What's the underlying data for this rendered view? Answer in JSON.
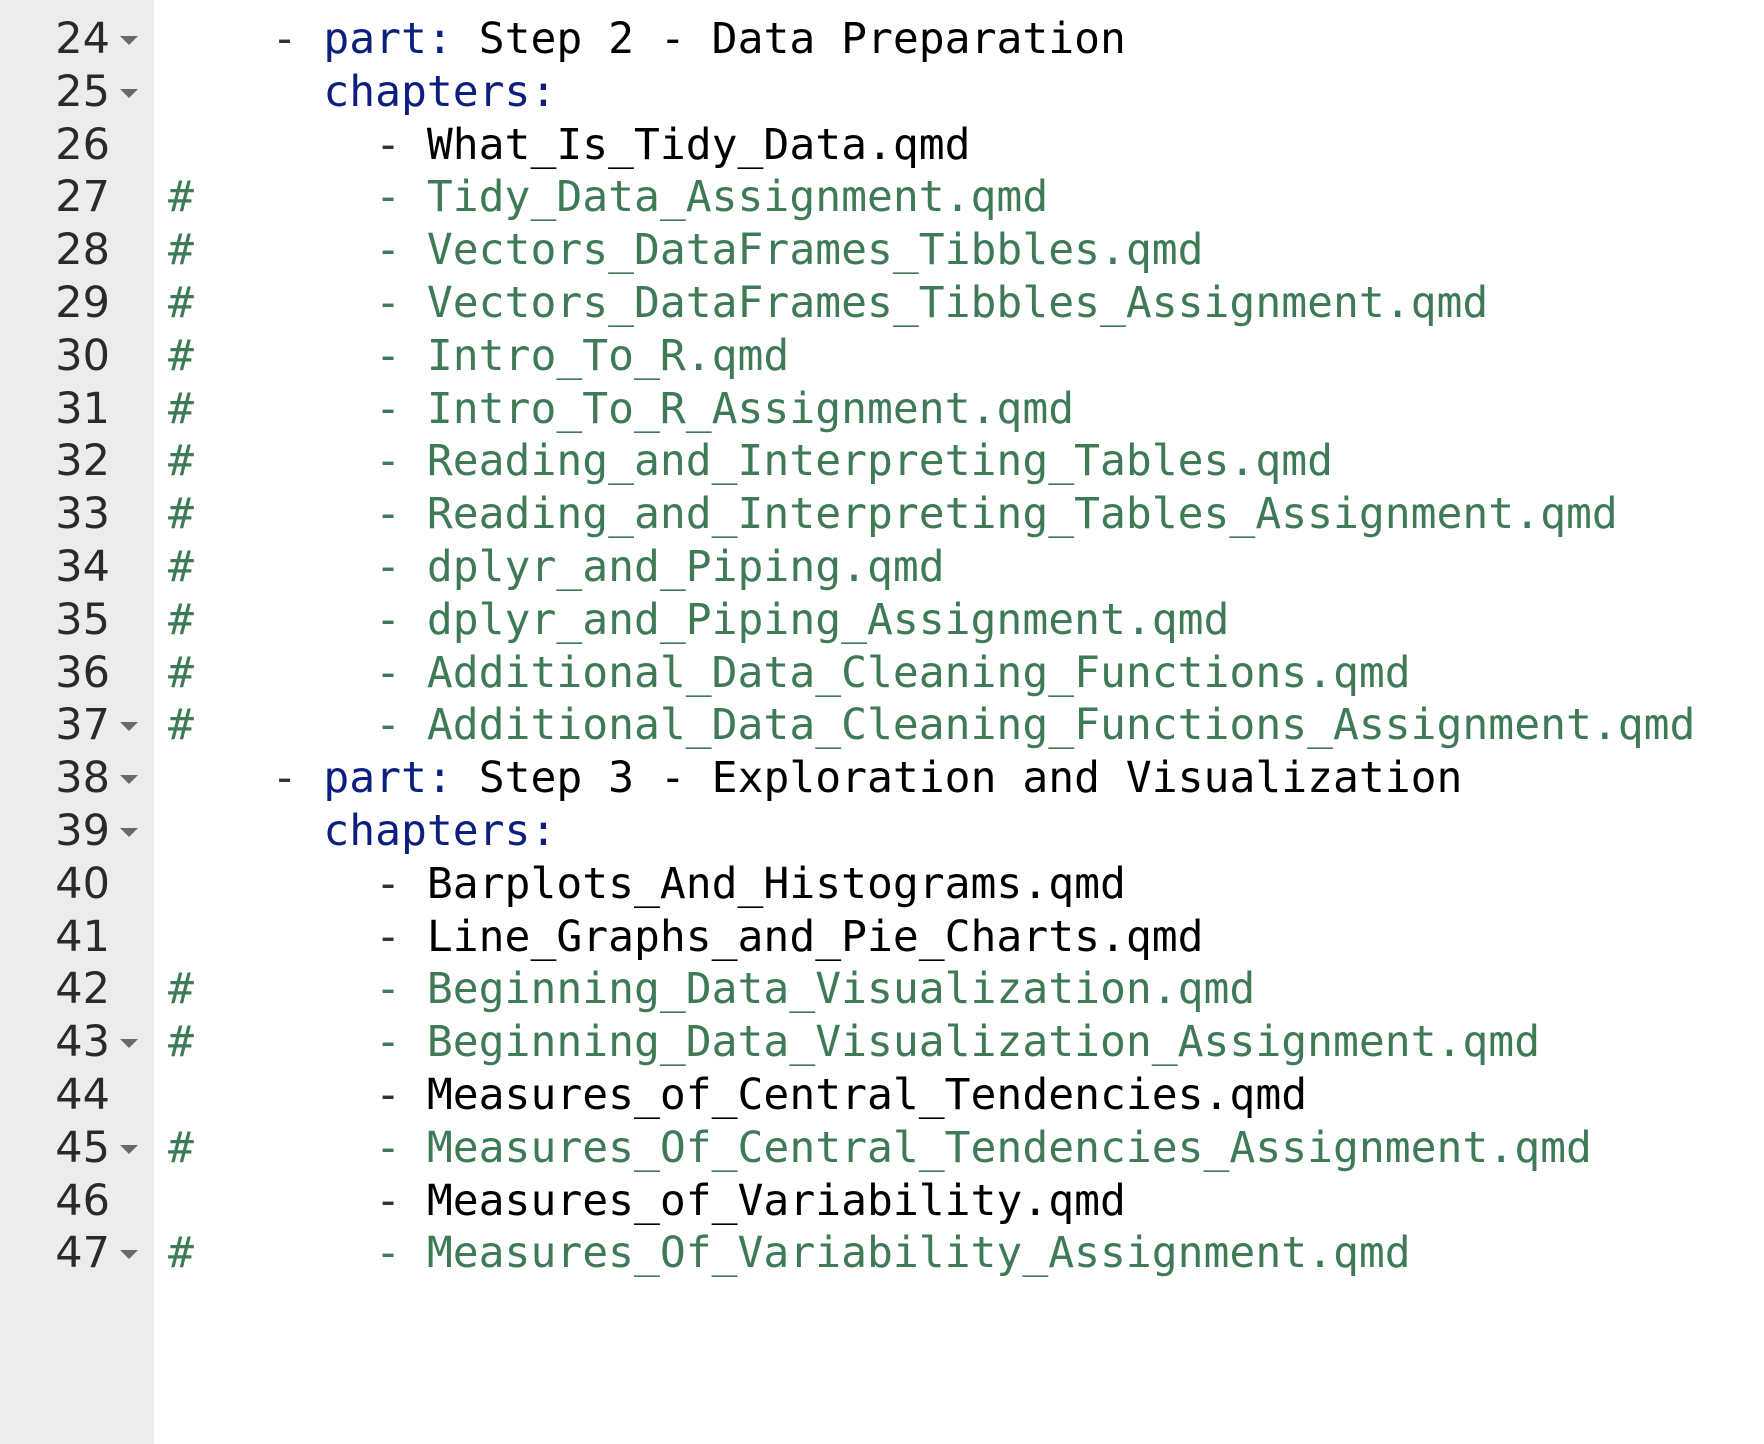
{
  "editor": {
    "lines": [
      {
        "number": "24",
        "fold": true,
        "comment": false,
        "indent": "    ",
        "dash": "- ",
        "key": "part",
        "sep": ": ",
        "value": "Step 2 - Data Preparation"
      },
      {
        "number": "25",
        "fold": true,
        "comment": false,
        "indent": "      ",
        "dash": "",
        "key": "chapters",
        "sep": ":",
        "value": ""
      },
      {
        "number": "26",
        "fold": false,
        "comment": false,
        "indent": "        ",
        "dash": "- ",
        "key": "",
        "sep": "",
        "value": "What_Is_Tidy_Data.qmd"
      },
      {
        "number": "27",
        "fold": false,
        "comment": true,
        "indent": "#       ",
        "dash": "- ",
        "key": "",
        "sep": "",
        "value": "Tidy_Data_Assignment.qmd"
      },
      {
        "number": "28",
        "fold": false,
        "comment": true,
        "indent": "#       ",
        "dash": "- ",
        "key": "",
        "sep": "",
        "value": "Vectors_DataFrames_Tibbles.qmd"
      },
      {
        "number": "29",
        "fold": false,
        "comment": true,
        "indent": "#       ",
        "dash": "- ",
        "key": "",
        "sep": "",
        "value": "Vectors_DataFrames_Tibbles_Assignment.qmd"
      },
      {
        "number": "30",
        "fold": false,
        "comment": true,
        "indent": "#       ",
        "dash": "- ",
        "key": "",
        "sep": "",
        "value": "Intro_To_R.qmd"
      },
      {
        "number": "31",
        "fold": false,
        "comment": true,
        "indent": "#       ",
        "dash": "- ",
        "key": "",
        "sep": "",
        "value": "Intro_To_R_Assignment.qmd"
      },
      {
        "number": "32",
        "fold": false,
        "comment": true,
        "indent": "#       ",
        "dash": "- ",
        "key": "",
        "sep": "",
        "value": "Reading_and_Interpreting_Tables.qmd"
      },
      {
        "number": "33",
        "fold": false,
        "comment": true,
        "indent": "#       ",
        "dash": "- ",
        "key": "",
        "sep": "",
        "value": "Reading_and_Interpreting_Tables_Assignment.qmd"
      },
      {
        "number": "34",
        "fold": false,
        "comment": true,
        "indent": "#       ",
        "dash": "- ",
        "key": "",
        "sep": "",
        "value": "dplyr_and_Piping.qmd"
      },
      {
        "number": "35",
        "fold": false,
        "comment": true,
        "indent": "#       ",
        "dash": "- ",
        "key": "",
        "sep": "",
        "value": "dplyr_and_Piping_Assignment.qmd"
      },
      {
        "number": "36",
        "fold": false,
        "comment": true,
        "indent": "#       ",
        "dash": "- ",
        "key": "",
        "sep": "",
        "value": "Additional_Data_Cleaning_Functions.qmd"
      },
      {
        "number": "37",
        "fold": true,
        "comment": true,
        "indent": "#       ",
        "dash": "- ",
        "key": "",
        "sep": "",
        "value": "Additional_Data_Cleaning_Functions_Assignment.qmd"
      },
      {
        "number": "38",
        "fold": true,
        "comment": false,
        "indent": "    ",
        "dash": "- ",
        "key": "part",
        "sep": ": ",
        "value": "Step 3 - Exploration and Visualization"
      },
      {
        "number": "39",
        "fold": true,
        "comment": false,
        "indent": "      ",
        "dash": "",
        "key": "chapters",
        "sep": ":",
        "value": ""
      },
      {
        "number": "40",
        "fold": false,
        "comment": false,
        "indent": "        ",
        "dash": "- ",
        "key": "",
        "sep": "",
        "value": "Barplots_And_Histograms.qmd"
      },
      {
        "number": "41",
        "fold": false,
        "comment": false,
        "indent": "        ",
        "dash": "- ",
        "key": "",
        "sep": "",
        "value": "Line_Graphs_and_Pie_Charts.qmd"
      },
      {
        "number": "42",
        "fold": false,
        "comment": true,
        "indent": "#       ",
        "dash": "- ",
        "key": "",
        "sep": "",
        "value": "Beginning_Data_Visualization.qmd"
      },
      {
        "number": "43",
        "fold": true,
        "comment": true,
        "indent": "#       ",
        "dash": "- ",
        "key": "",
        "sep": "",
        "value": "Beginning_Data_Visualization_Assignment.qmd"
      },
      {
        "number": "44",
        "fold": false,
        "comment": false,
        "indent": "        ",
        "dash": "- ",
        "key": "",
        "sep": "",
        "value": "Measures_of_Central_Tendencies.qmd"
      },
      {
        "number": "45",
        "fold": true,
        "comment": true,
        "indent": "#       ",
        "dash": "- ",
        "key": "",
        "sep": "",
        "value": "Measures_Of_Central_Tendencies_Assignment.qmd"
      },
      {
        "number": "46",
        "fold": false,
        "comment": false,
        "indent": "        ",
        "dash": "- ",
        "key": "",
        "sep": "",
        "value": "Measures_of_Variability.qmd"
      },
      {
        "number": "47",
        "fold": true,
        "comment": true,
        "indent": "#       ",
        "dash": "- ",
        "key": "",
        "sep": "",
        "value": "Measures_Of_Variability_Assignment.qmd"
      }
    ]
  },
  "colors": {
    "gutter_bg": "#ececec",
    "key": "#0d1f7e",
    "comment": "#3f7a57",
    "text": "#000000"
  },
  "icons": {
    "fold": "chevron-down-icon"
  }
}
